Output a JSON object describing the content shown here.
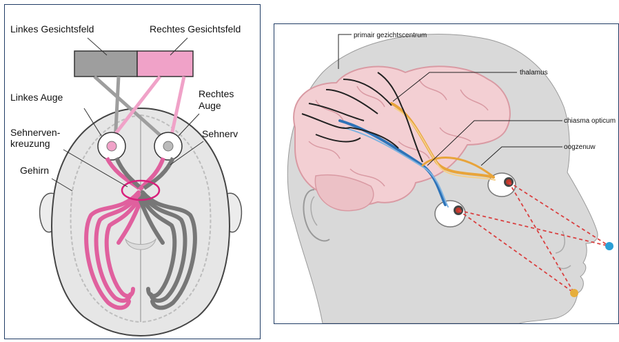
{
  "left_diagram": {
    "labels": {
      "left_visual_field": "Linkes Gesichtsfeld",
      "right_visual_field": "Rechtes Gesichtsfeld",
      "left_eye": "Linkes Auge",
      "right_eye_line1": "Rechtes",
      "right_eye_line2": "Auge",
      "chiasm_line1": "Sehnerven-",
      "chiasm_line2": "kreuzung",
      "optic_nerve": "Sehnerv",
      "brain": "Gehirn"
    },
    "colors": {
      "left_field": "#9e9e9e",
      "right_field": "#f0a2c8",
      "pink_pathway": "#e0609e",
      "gray_pathway": "#777777",
      "chiasm_highlight": "#d8207c",
      "brain_fill": "#e6e6e6"
    }
  },
  "right_diagram": {
    "labels": {
      "primary_visual_cortex": "primair gezichtscentrum",
      "thalamus": "thalamus",
      "optic_chiasm": "chiasma opticum",
      "optic_nerve": "oogzenuw"
    },
    "colors": {
      "head": "#d9d9d9",
      "brain": "#f3cfd3",
      "nerve_blue": "#2e73b8",
      "nerve_orange": "#e8a43a",
      "target_blue": "#2a9fd6",
      "target_yellow": "#e6ae3c",
      "sightline": "#d94040"
    }
  }
}
